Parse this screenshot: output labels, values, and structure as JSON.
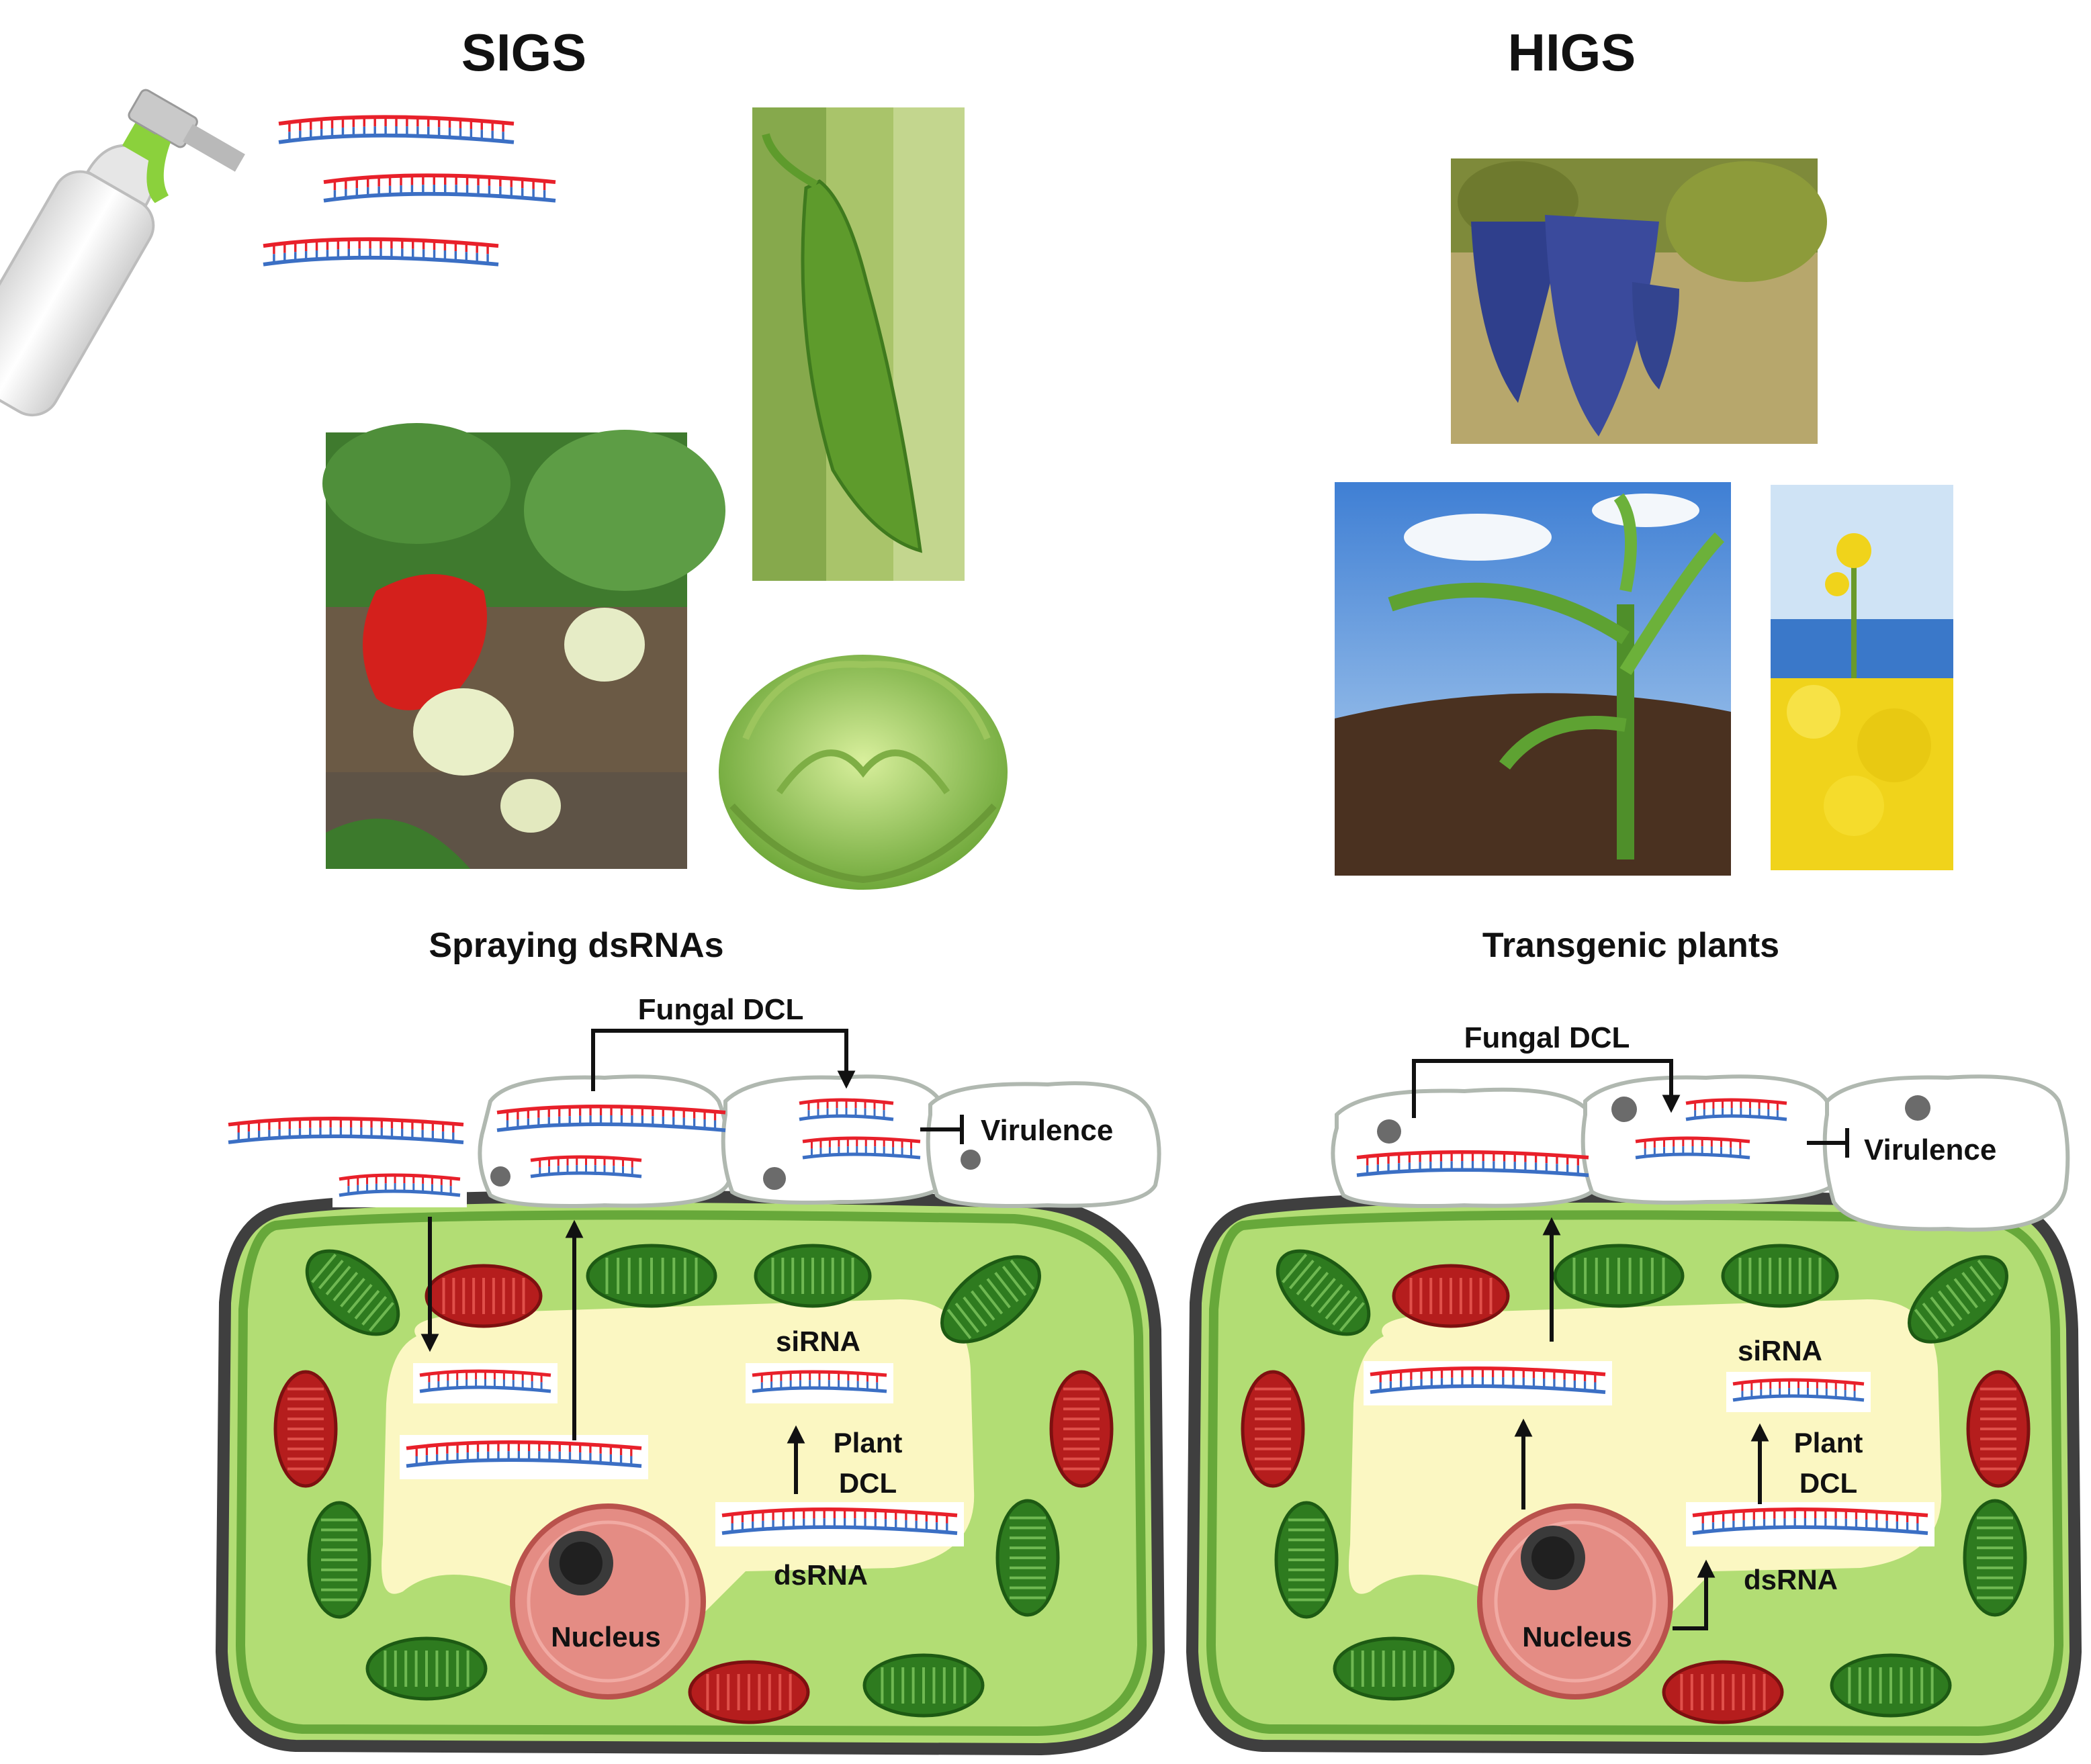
{
  "sigs": {
    "title": "SIGS",
    "subtitle": "Spraying dsRNAs",
    "fungal_dcl": "Fungal DCL",
    "virulence": "Virulence",
    "sirna": "siRNA",
    "plant_dcl_line1": "Plant",
    "plant_dcl_line2": "DCL",
    "dsrna": "dsRNA",
    "nucleus": "Nucleus"
  },
  "higs": {
    "title": "HIGS",
    "subtitle": "Transgenic plants",
    "fungal_dcl": "Fungal DCL",
    "virulence": "Virulence",
    "sirna": "siRNA",
    "plant_dcl_line1": "Plant",
    "plant_dcl_line2": "DCL",
    "dsrna": "dsRNA",
    "nucleus": "Nucleus"
  },
  "photos": {
    "sigs": [
      "spray-bottle",
      "strawberry",
      "pea-pod",
      "lettuce"
    ],
    "higs": [
      "grapes",
      "maize-seedling",
      "rapeseed"
    ]
  },
  "colors": {
    "rna_sense": "#e8202a",
    "rna_antisense": "#3b6fc4",
    "cell_wall": "#3f3f3f",
    "cytoplasm": "#b2dd74",
    "vacuole": "#fbf7c2",
    "chloroplast": "#2e7b1f",
    "mitochondrion": "#b51d1d",
    "nucleus": "#e48c84",
    "fungal_outline": "#b0b8b0"
  }
}
